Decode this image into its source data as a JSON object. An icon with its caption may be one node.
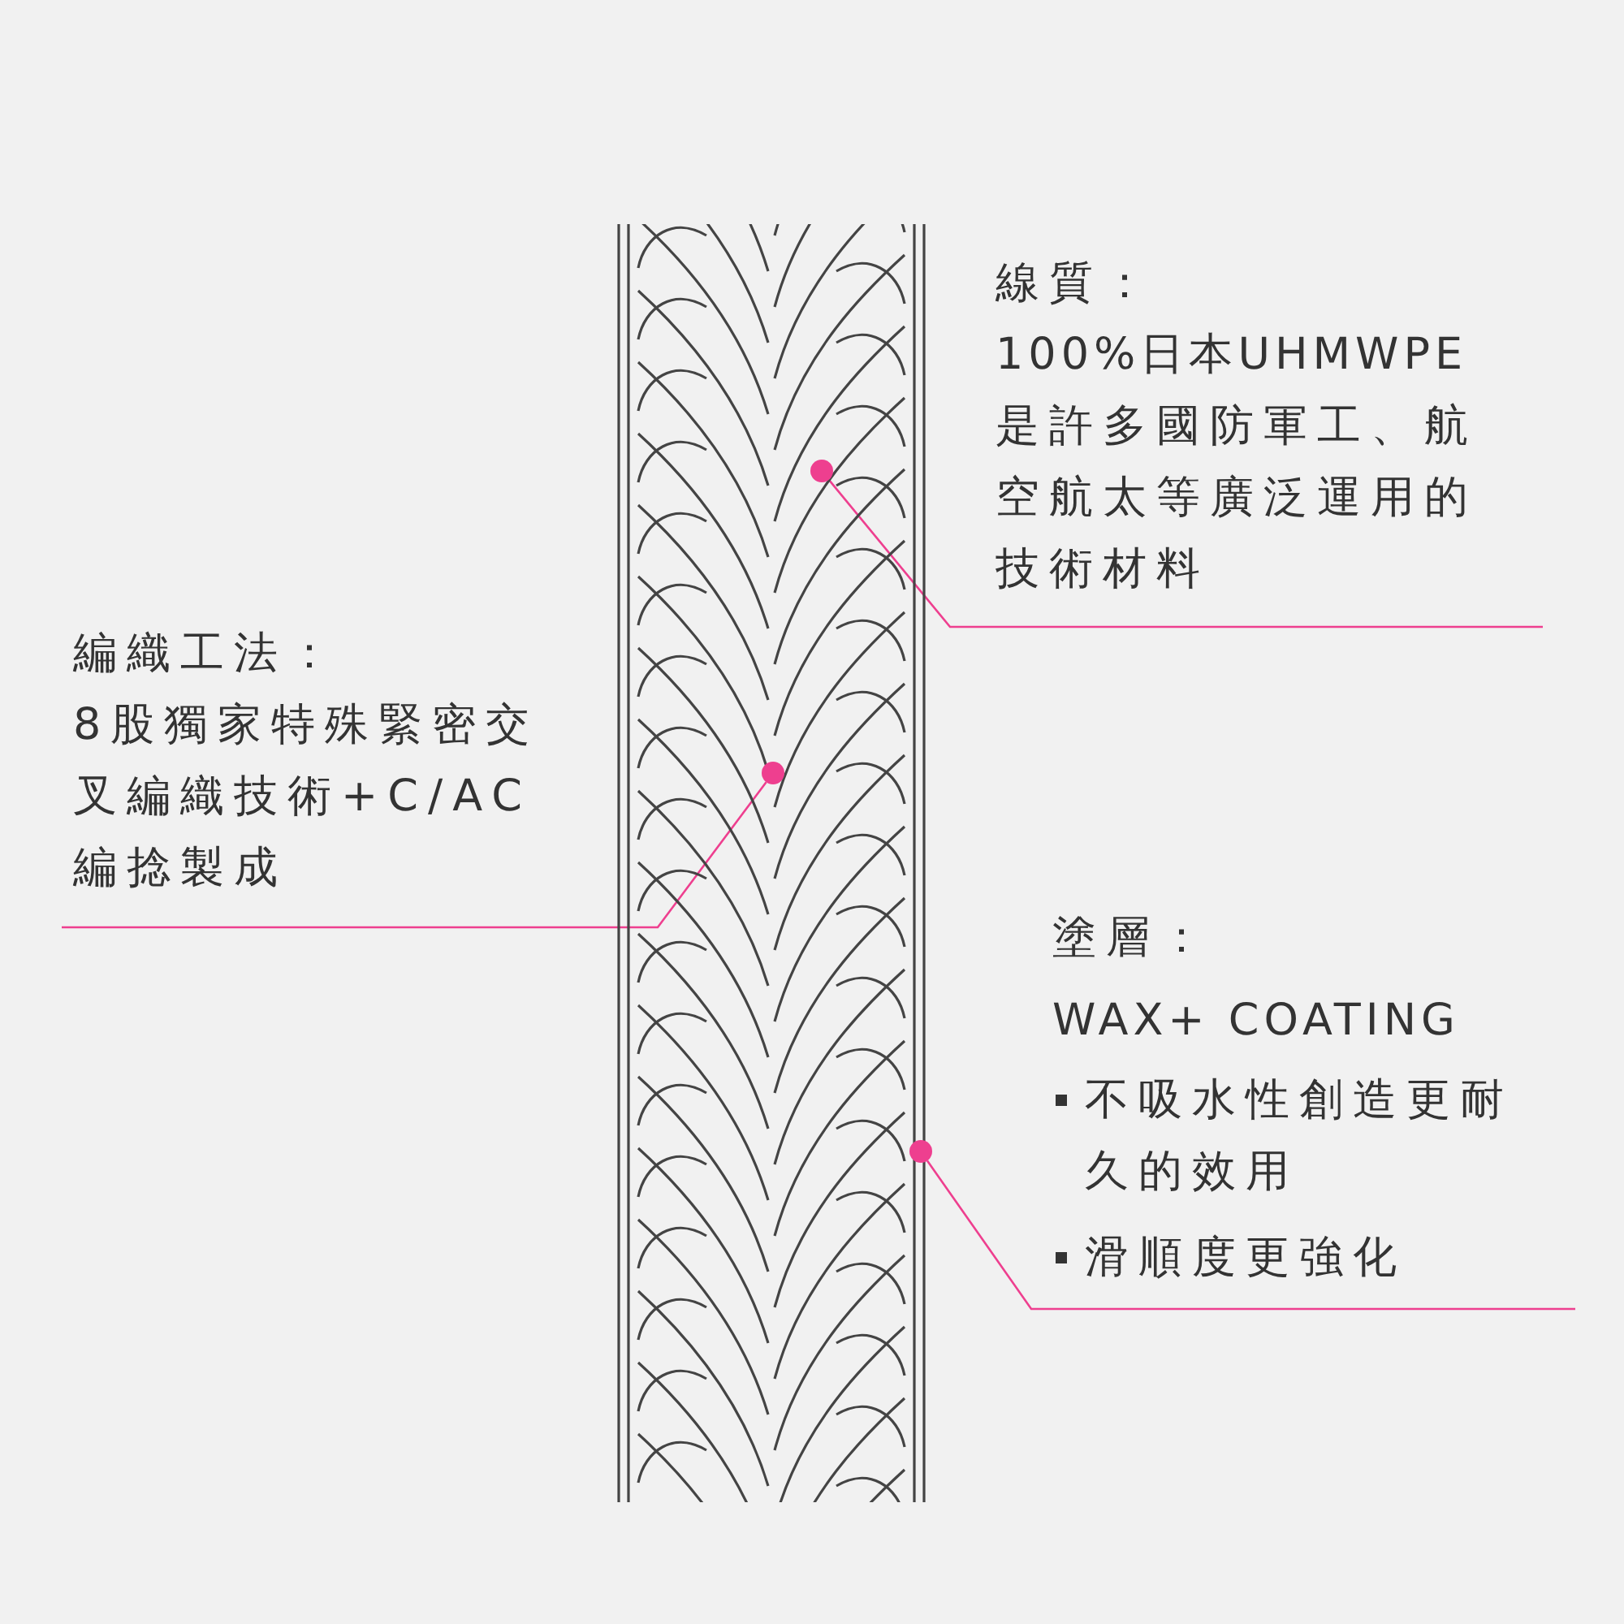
{
  "diagram": {
    "nodes": [
      {
        "text": [],
        "shape": "picture"
      },
      {
        "text": [
          "線質：",
          "100%日本UHMWPE",
          "是許多國防軍工、航空航太等廣泛運用的技術材料"
        ]
      },
      {
        "text": [],
        "shape": "circle",
        "in": 0
      },
      {
        "text": [
          "編織工法：",
          "8股獨家特殊緊密交叉編織技術+C/AC編捻製成"
        ]
      },
      {
        "text": [],
        "shape": "circle",
        "in": 0
      },
      {
        "text": [
          "塗層：",
          "WAX+ COATING",
          "不吸水性創造更耐久的效用",
          "滑順度更強化"
        ]
      },
      {
        "text": [],
        "shape": "circle",
        "in": 0
      }
    ],
    "edges": [
      {
        "from": 1,
        "to": 2,
        "arrow": "none"
      },
      {
        "from": 3,
        "to": 4,
        "arrow": "none"
      },
      {
        "from": 5,
        "to": 6,
        "arrow": "none"
      }
    ]
  }
}
